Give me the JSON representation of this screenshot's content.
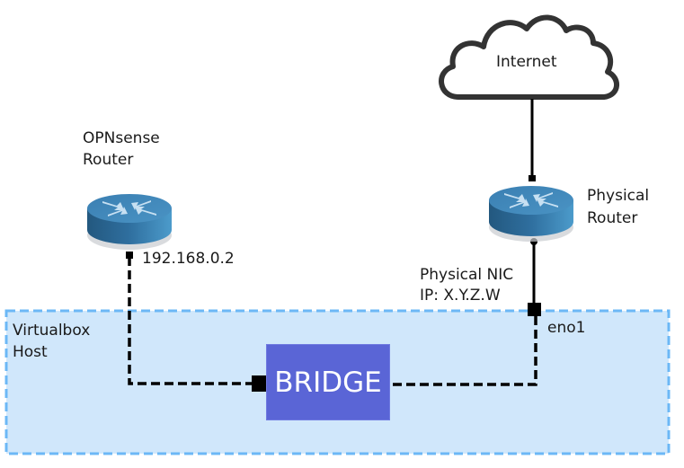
{
  "diagram": {
    "internet": {
      "label": "Internet"
    },
    "opnsense_router": {
      "label_line1": "OPNsense",
      "label_line2": "Router",
      "ip": "192.168.0.2"
    },
    "physical_router": {
      "label_line1": "Physical",
      "label_line2": "Router"
    },
    "physical_nic": {
      "label_line1": "Physical NIC",
      "label_line2": "IP: X.Y.Z.W",
      "interface": "eno1"
    },
    "host": {
      "label_line1": "Virtualbox",
      "label_line2": "Host"
    },
    "bridge": {
      "label": "BRIDGE"
    },
    "colors": {
      "host_fill": "#d0e7fb",
      "host_border": "#6cb8f6",
      "bridge_fill": "#5a65d6",
      "router_top": "#3d84b8",
      "router_side": "#2f6f9f",
      "cloud_stroke": "#333333"
    },
    "connections": [
      {
        "from": "internet",
        "to": "physical_router",
        "style": "solid"
      },
      {
        "from": "physical_router",
        "to": "eno1",
        "style": "solid"
      },
      {
        "from": "eno1",
        "to": "bridge",
        "style": "dashed"
      },
      {
        "from": "opnsense_router",
        "to": "bridge",
        "style": "dashed"
      }
    ]
  }
}
